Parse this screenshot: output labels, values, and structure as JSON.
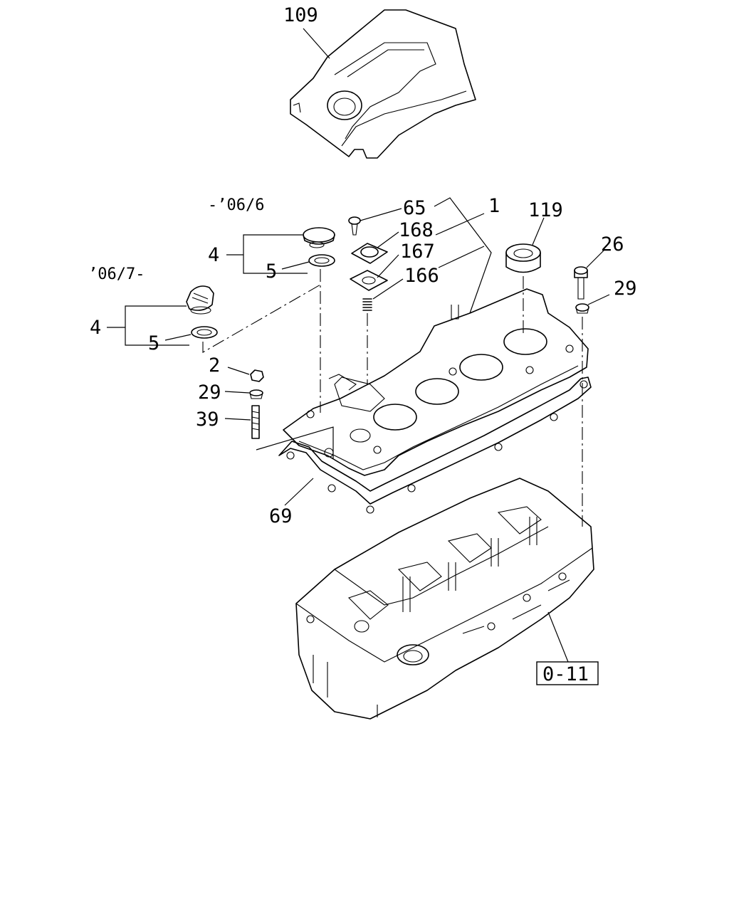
{
  "callouts": {
    "c109": "109",
    "c65": "65",
    "c1": "1",
    "c168": "168",
    "c167": "167",
    "c166": "166",
    "c119": "119",
    "c26": "26",
    "c29_right": "29",
    "c4_upper": "4",
    "c5_upper": "5",
    "c4_lower": "4",
    "c5_lower": "5",
    "c2": "2",
    "c29_left": "29",
    "c39": "39",
    "c69": "69"
  },
  "dates": {
    "upto": "-’06/6",
    "from": "’06/7-"
  },
  "reference_box": "0-11"
}
